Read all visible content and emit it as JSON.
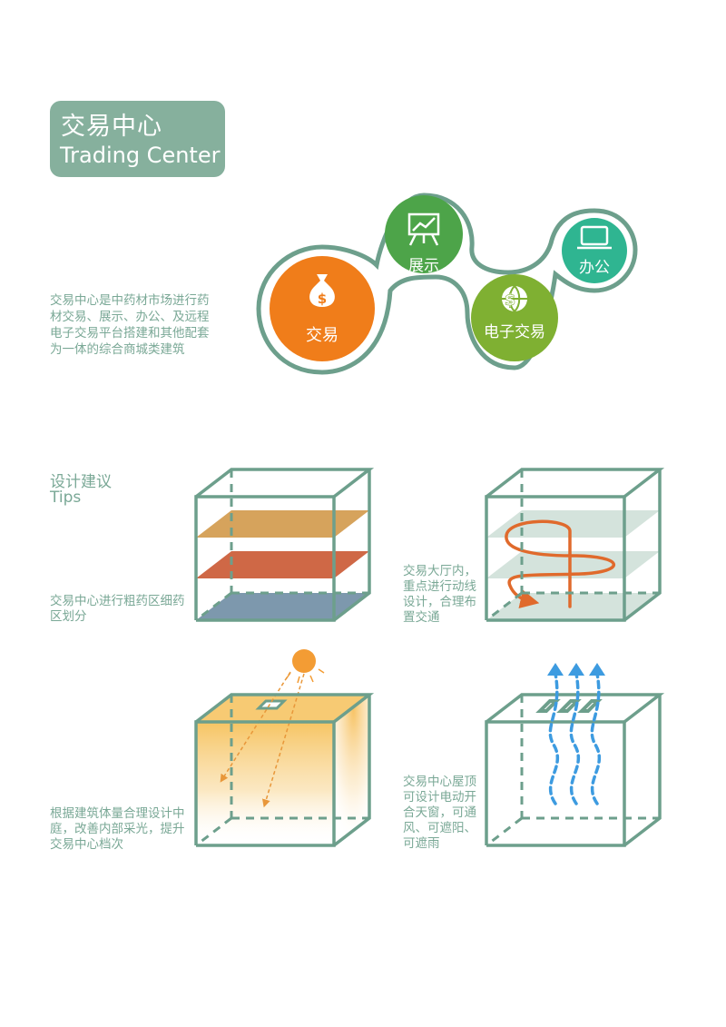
{
  "header": {
    "title_cn": "交易中心",
    "title_en": "Trading Center"
  },
  "intro": {
    "text": "交易中心是中药材市场进行药材交易、展示、办公、及远程电子交易平台搭建和其他配套为一体的综合商城类建筑"
  },
  "functions": [
    {
      "label": "交易",
      "icon": "money-bag-icon",
      "color": "#f07d1a"
    },
    {
      "label": "展示",
      "icon": "presentation-chart-icon",
      "color": "#4da449"
    },
    {
      "label": "电子交易",
      "icon": "globe-dollar-icon",
      "color": "#7fb032"
    },
    {
      "label": "办公",
      "icon": "laptop-icon",
      "color": "#2fb591"
    }
  ],
  "tips": {
    "title_cn": "设计建议",
    "title_en": "Tips",
    "items": [
      {
        "text": "交易中心进行粗药区细药区划分"
      },
      {
        "text": "交易大厅内，重点进行动线设计，合理布置交通"
      },
      {
        "text": "根据建筑体量合理设计中庭，改善内部采光，提升交易中心档次"
      },
      {
        "text": "交易中心屋顶可设计电动开合天窗，可通风、可遮阳、可遮雨"
      }
    ]
  },
  "colors": {
    "accent": "#86b09d",
    "cube_line": "#6d9f8c",
    "text": "#7aa896",
    "zone_top": "#d6a35c",
    "zone_mid": "#cf6846",
    "zone_bottom": "#7d98ad",
    "flow": "#e06a2c",
    "sun": "#f39c34",
    "wind": "#3d9be0"
  }
}
